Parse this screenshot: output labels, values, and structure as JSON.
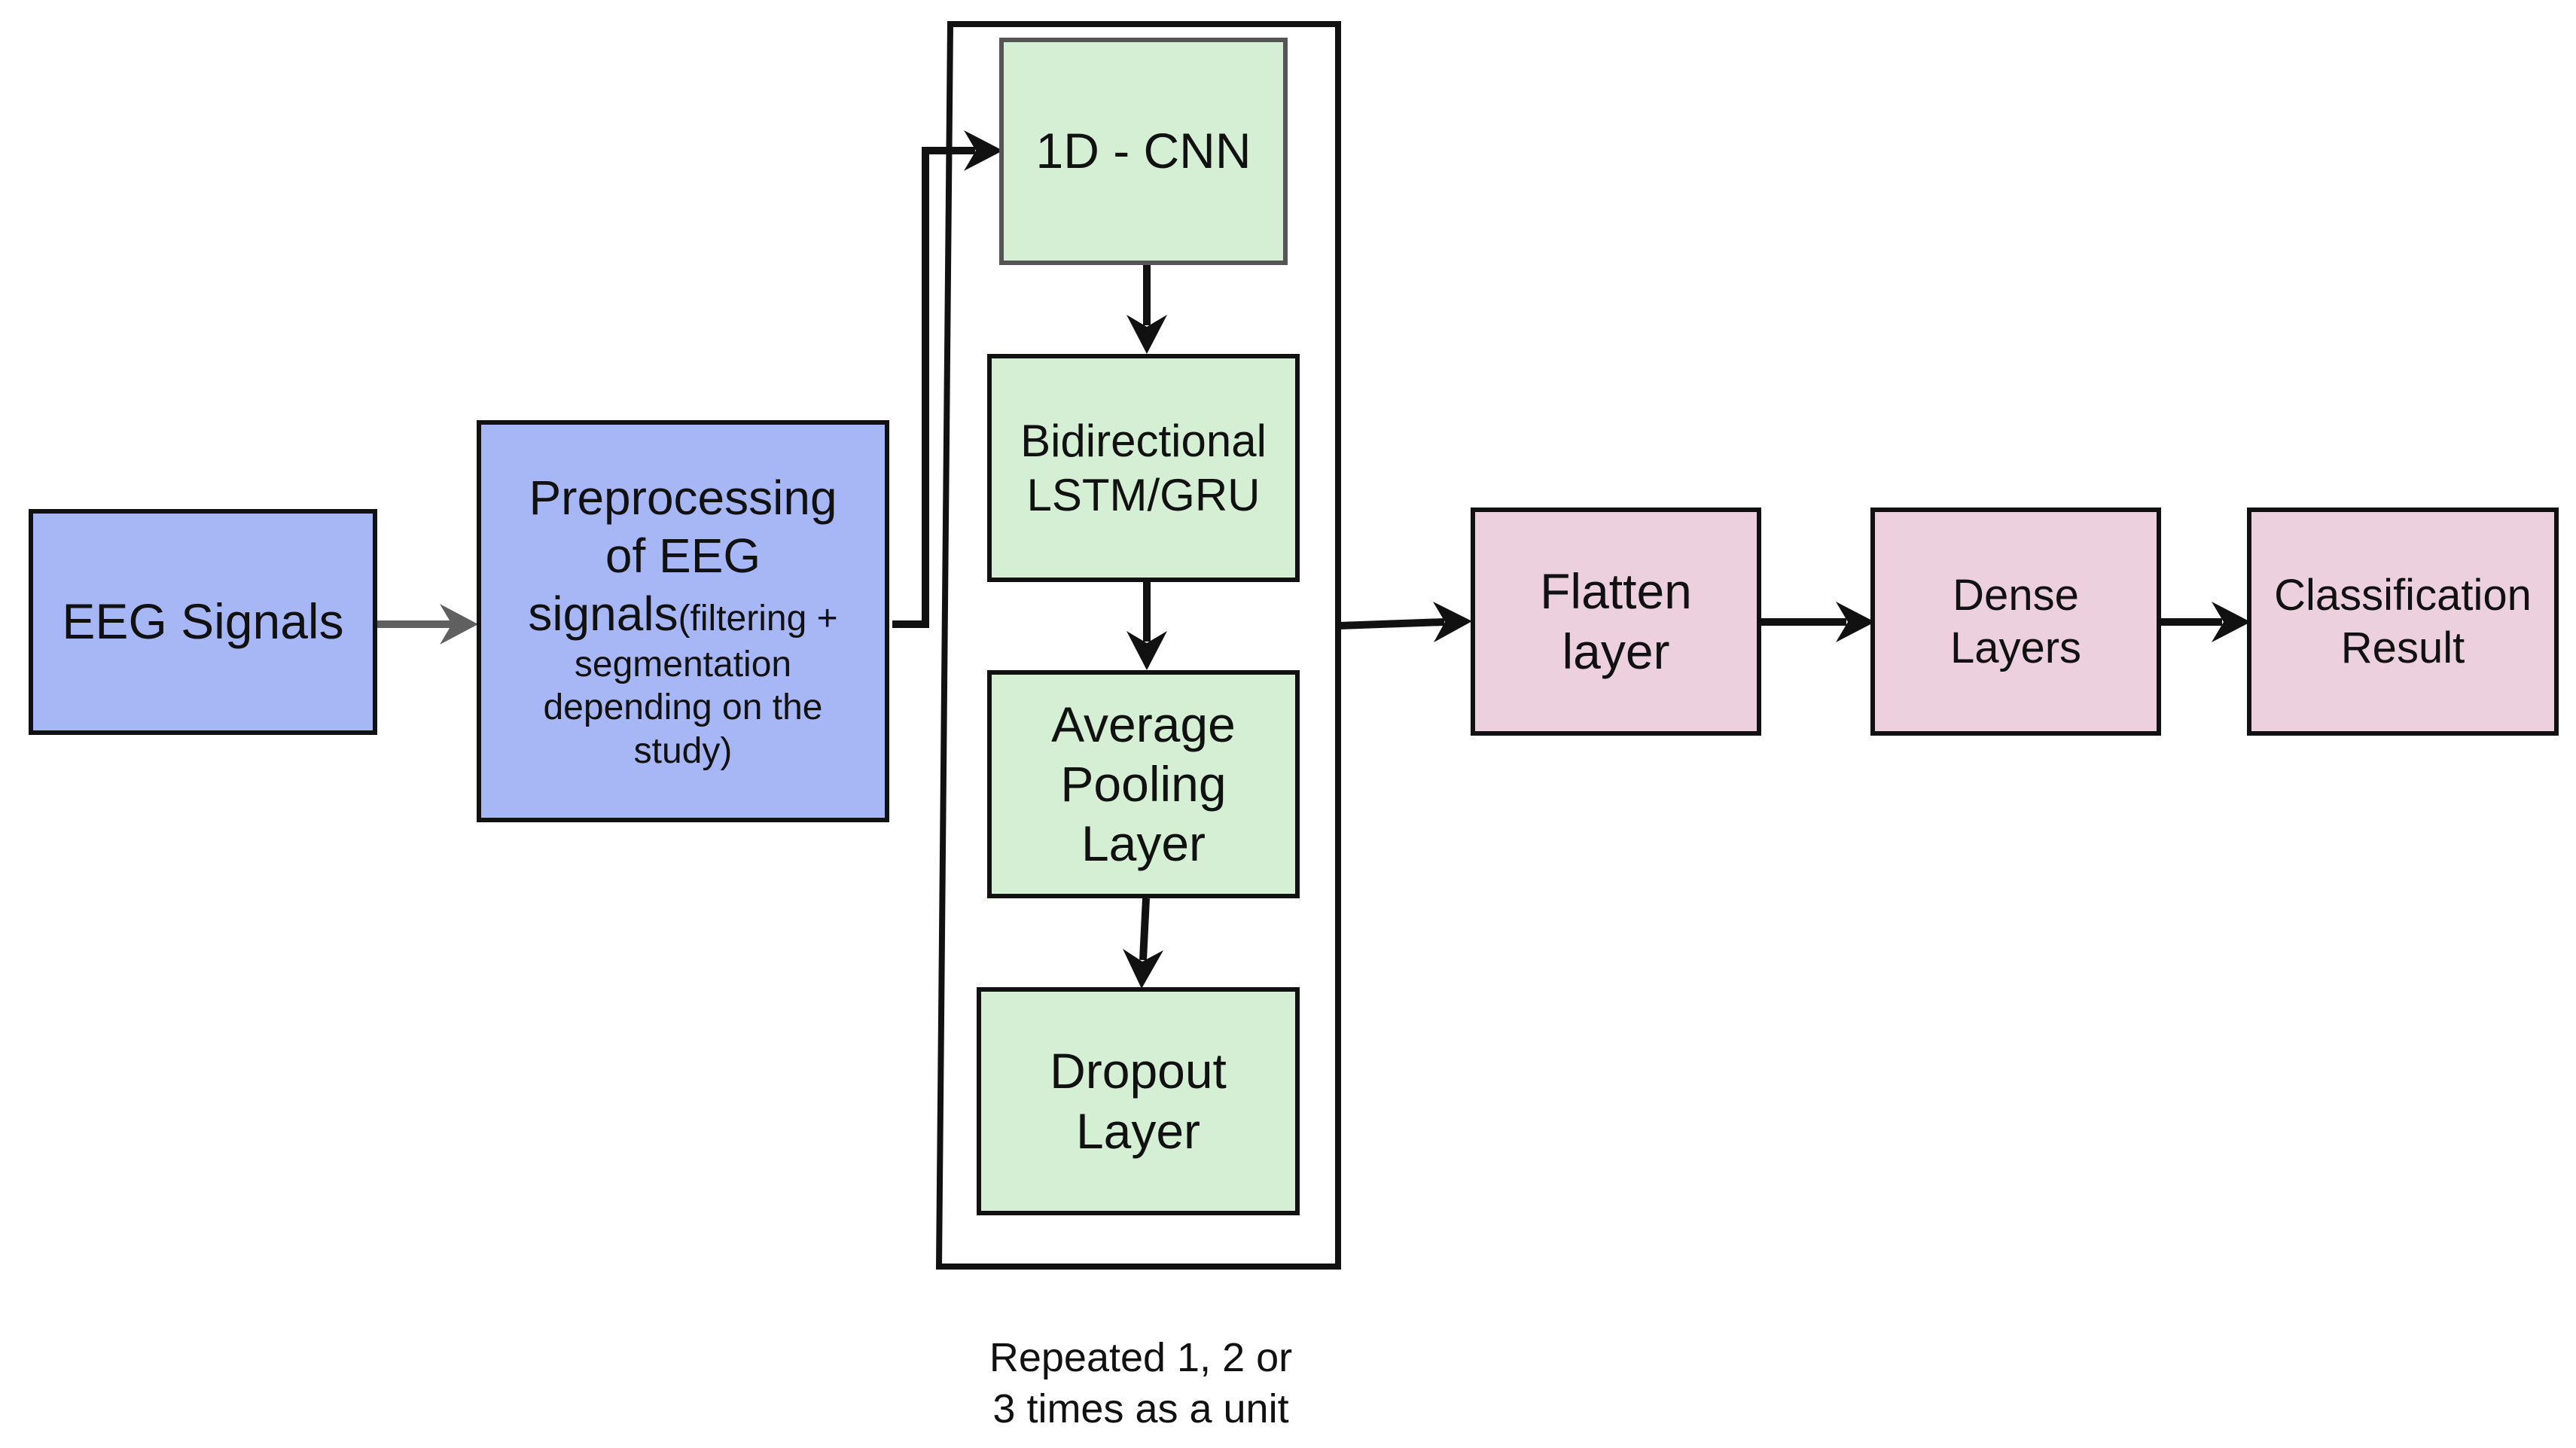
{
  "nodes": {
    "eeg_signals": {
      "label": "EEG Signals"
    },
    "preprocessing": {
      "line1": "Preprocessing",
      "line2": "of EEG",
      "line3_main": "signals",
      "line3_small": "(filtering +",
      "line4": "segmentation",
      "line5": "depending on the",
      "line6": "study)"
    },
    "cnn_1d": {
      "label": "1D - CNN"
    },
    "bilstm": {
      "line1": "Bidirectional",
      "line2": "LSTM/GRU"
    },
    "avg_pool": {
      "line1": "Average",
      "line2": "Pooling",
      "line3": "Layer"
    },
    "dropout": {
      "line1": "Dropout",
      "line2": "Layer"
    },
    "flatten": {
      "line1": "Flatten",
      "line2": "layer"
    },
    "dense": {
      "line1": "Dense",
      "line2": "Layers"
    },
    "classification": {
      "line1": "Classification",
      "line2": "Result"
    }
  },
  "repeat_unit": {
    "line1": "Repeated 1, 2 or",
    "line2": "3 times as a unit"
  },
  "colors": {
    "input_fill": "#a7b6f5",
    "layer_fill": "#d4efd4",
    "output_fill": "#ecd0dd",
    "stroke": "#111111",
    "gray_arrow": "#606060"
  }
}
